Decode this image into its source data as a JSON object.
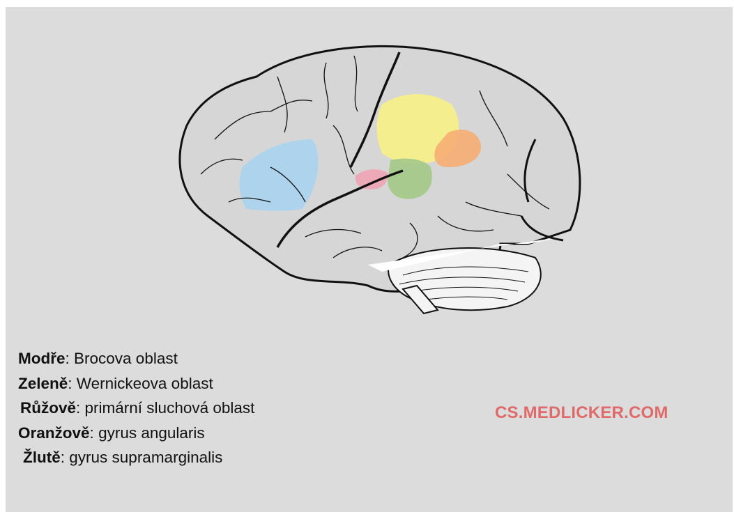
{
  "legend": {
    "items": [
      {
        "color_name": "Modře",
        "label": "Brocova oblast",
        "color": "#a9d4ee"
      },
      {
        "color_name": "Zeleně",
        "label": "Wernickeova oblast",
        "color": "#a6c98a"
      },
      {
        "color_name": "Růžově",
        "label": "primární sluchová oblast",
        "color": "#eea7b6"
      },
      {
        "color_name": "Oranžově",
        "label": "gyrus angularis",
        "color": "#f6ad74"
      },
      {
        "color_name": "Žlutě",
        "label": "gyrus supramarginalis",
        "color": "#f7ef8a"
      }
    ],
    "separator": ": "
  },
  "watermark": "CS.MEDLICKER.COM",
  "colors": {
    "background": "#dcdcdc",
    "brain": "#d8d8d8",
    "outline": "#111111",
    "watermark": "#e06a6a"
  }
}
